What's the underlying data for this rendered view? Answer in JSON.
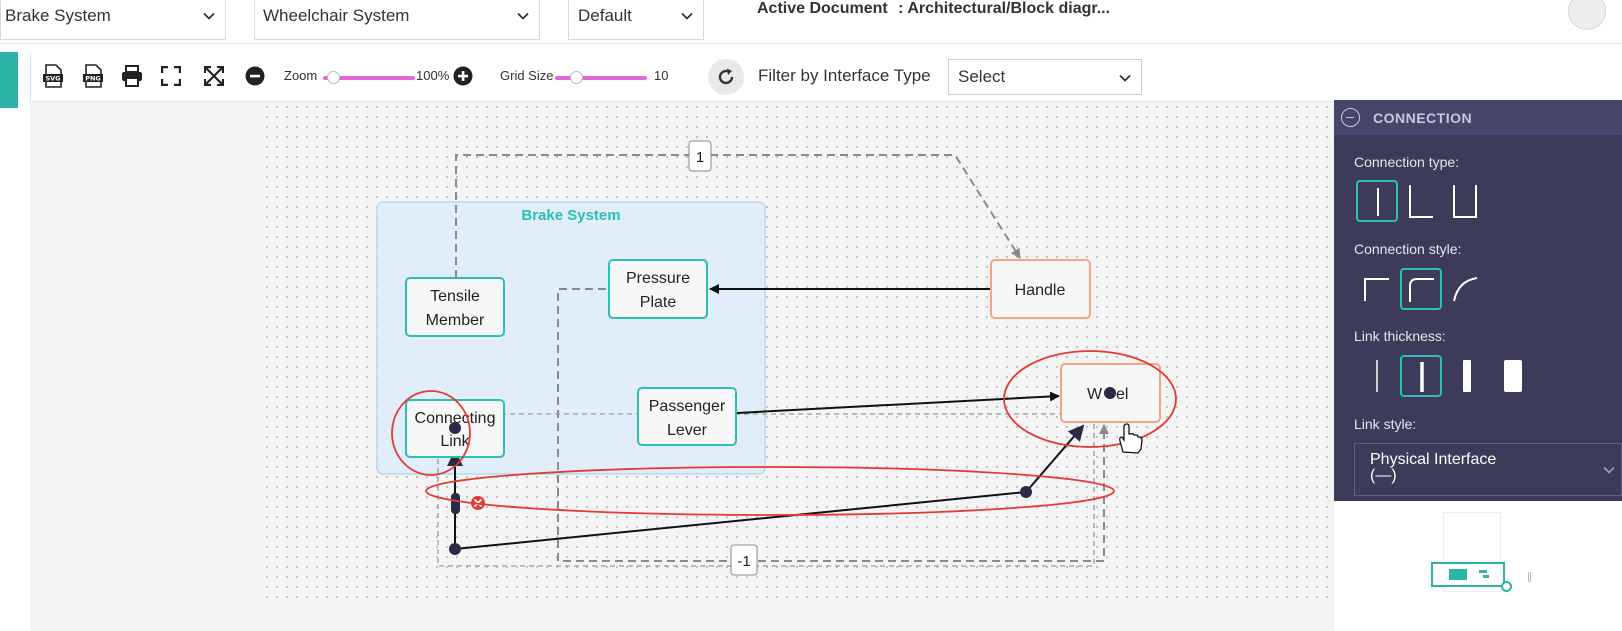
{
  "topbar": {
    "system_select": "Brake System",
    "sub_system_select": "Wheelchair System",
    "view_select": "Default",
    "active_document_label": "Active Document",
    "active_document_value": ": Architectural/Block diagr..."
  },
  "toolbar": {
    "icons": [
      "svg-export-icon",
      "png-export-icon",
      "print-icon",
      "fullscreen-icon",
      "fit-to-screen-icon",
      "zoom-out-icon",
      "zoom-in-icon",
      "refresh-icon"
    ],
    "zoom_label": "Zoom",
    "zoom_value": "100%",
    "zoom_level": 1.0,
    "grid_label": "Grid Size",
    "grid_value": "10",
    "filter_label": "Filter by Interface Type",
    "filter_select": "Select"
  },
  "diagram": {
    "group_label": "Brake System",
    "nodes": {
      "tensile_member_1": "Tensile",
      "tensile_member_2": "Member",
      "pressure_plate_1": "Pressure",
      "pressure_plate_2": "Plate",
      "handle": "Handle",
      "connecting_link_1": "Connecting",
      "connecting_link_2": "Link",
      "passenger_lever_1": "Passenger",
      "passenger_lever_2": "Lever",
      "wheel_1": "W",
      "wheel_2": "el"
    },
    "edge_labels": {
      "top": "1",
      "bottom": "-1"
    },
    "colors": {
      "group_fill": "#e1eef9",
      "group_border": "#a9d5ec",
      "teal": "#2bc0b2",
      "orange": "#f4a582",
      "highlight_red": "#e53935"
    }
  },
  "panel": {
    "title": "CONNECTION",
    "connection_type_label": "Connection type:",
    "connection_style_label": "Connection style:",
    "link_thickness_label": "Link thickness:",
    "link_style_label": "Link style:",
    "link_style_value_1": "Physical Interface",
    "link_style_value_2": "(—)"
  }
}
